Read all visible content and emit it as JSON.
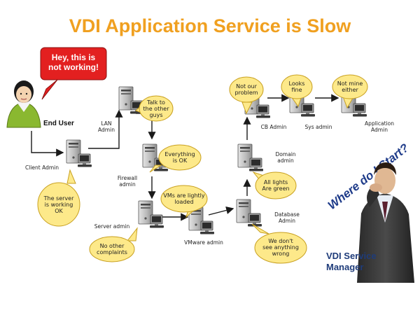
{
  "title": "VDI Application Service is Slow",
  "end_user": {
    "label": "End User",
    "complaint_line1": "Hey, this is",
    "complaint_line2": "not working!"
  },
  "nodes": [
    {
      "id": "client-admin",
      "label_lines": [
        "Client Admin"
      ]
    },
    {
      "id": "lan-admin",
      "label_lines": [
        "LAN",
        "Admin"
      ]
    },
    {
      "id": "firewall-admin",
      "label_lines": [
        "Firewall",
        "admin"
      ]
    },
    {
      "id": "server-admin",
      "label_lines": [
        "Server admin"
      ]
    },
    {
      "id": "vmware-admin",
      "label_lines": [
        "VMware admin"
      ]
    },
    {
      "id": "database-admin",
      "label_lines": [
        "Database",
        "Admin"
      ]
    },
    {
      "id": "domain-admin",
      "label_lines": [
        "Domain",
        "admin"
      ]
    },
    {
      "id": "cb-admin",
      "label_lines": [
        "CB Admin"
      ]
    },
    {
      "id": "sys-admin",
      "label_lines": [
        "Sys admin"
      ]
    },
    {
      "id": "application-admin",
      "label_lines": [
        "Application",
        "Admin"
      ]
    }
  ],
  "bubbles": [
    {
      "id": "client-admin",
      "lines": [
        "The server",
        "is working",
        "OK"
      ]
    },
    {
      "id": "lan-admin",
      "lines": [
        "Talk to",
        "the other",
        "guys"
      ]
    },
    {
      "id": "firewall-admin",
      "lines": [
        "Everything",
        "is OK"
      ]
    },
    {
      "id": "server-admin",
      "lines": [
        "No other",
        "complaints"
      ]
    },
    {
      "id": "vmware-admin",
      "lines": [
        "VMs are lightly",
        "loaded"
      ]
    },
    {
      "id": "database-admin",
      "lines": [
        "We don't",
        "see anything",
        "wrong"
      ]
    },
    {
      "id": "domain-admin",
      "lines": [
        "All lights",
        "Are green"
      ]
    },
    {
      "id": "cb-admin",
      "lines": [
        "Not our",
        "problem"
      ]
    },
    {
      "id": "sys-admin",
      "lines": [
        "Looks",
        "fine"
      ]
    },
    {
      "id": "application-admin",
      "lines": [
        "Not mine",
        "either"
      ]
    }
  ],
  "question": "Where do I Start?",
  "manager": {
    "line1": "VDI Service",
    "line2": "Manager"
  },
  "colors": {
    "title": "#f0a020",
    "bubble_fill": "#fde98a",
    "bubble_stroke": "#c8a020",
    "alert_fill": "#e32020",
    "arrow": "#1a1a1a",
    "manager_text": "#1f3c7a"
  }
}
